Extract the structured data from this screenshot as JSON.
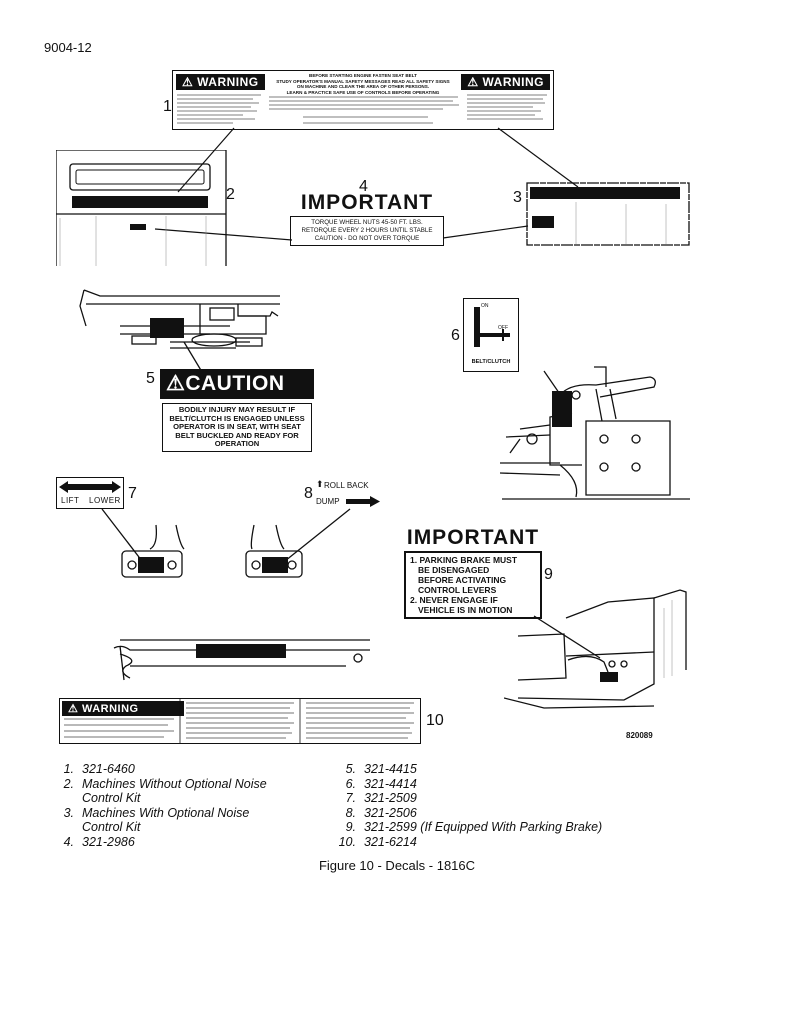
{
  "doc_id": "9004-12",
  "figure_caption": "Figure 10 - Decals - 1816C",
  "figure_code": "820089",
  "callouts": [
    "1",
    "2",
    "3",
    "4",
    "5",
    "6",
    "7",
    "8",
    "9",
    "10"
  ],
  "decal1": {
    "badge": "WARNING",
    "center_lines": [
      "BEFORE STARTING ENGINE FASTEN SEAT BELT",
      "STUDY OPERATOR'S MANUAL SAFETY MESSAGES READ ALL SAFETY SIGNS",
      "ON MACHINE AND CLEAR THE AREA OF OTHER PERSONS.",
      "LEARN & PRACTICE SAFE USE OF CONTROLS BEFORE OPERATING"
    ]
  },
  "decal4": {
    "heading": "IMPORTANT",
    "lines": [
      "TORQUE WHEEL NUTS 45-50 FT. LBS.",
      "RETORQUE EVERY 2 HOURS UNTIL STABLE",
      "CAUTION - DO NOT OVER TORQUE"
    ]
  },
  "decal5": {
    "heading": "CAUTION",
    "lines": [
      "BODILY INJURY MAY RESULT IF",
      "BELT/CLUTCH IS ENGAGED UNLESS",
      "OPERATOR IS IN SEAT, WITH SEAT",
      "BELT BUCKLED AND READY FOR",
      "OPERATION"
    ]
  },
  "decal6": {
    "on": "ON",
    "off": "OFF",
    "label": "BELT/CLUTCH"
  },
  "decal7": {
    "lift": "LIFT",
    "lower": "LOWER"
  },
  "decal8": {
    "roll_back": "ROLL BACK",
    "dump": "DUMP"
  },
  "decal9": {
    "heading": "IMPORTANT",
    "lines": [
      "1. PARKING BRAKE MUST",
      "BE DISENGAGED",
      "BEFORE ACTIVATING",
      "CONTROL LEVERS",
      "2. NEVER ENGAGE IF",
      "VEHICLE IS IN MOTION"
    ]
  },
  "decal10": {
    "badge": "WARNING"
  },
  "legend_left": [
    {
      "num": "1.",
      "text": "321-6460"
    },
    {
      "num": "2.",
      "text": "Machines Without Optional Noise"
    },
    {
      "num": "",
      "text": "Control Kit"
    },
    {
      "num": "3.",
      "text": "Machines With Optional Noise"
    },
    {
      "num": "",
      "text": "Control Kit"
    },
    {
      "num": "4.",
      "text": "321-2986"
    }
  ],
  "legend_right": [
    {
      "num": "5.",
      "text": "321-4415"
    },
    {
      "num": "6.",
      "text": "321-4414"
    },
    {
      "num": "7.",
      "text": "321-2509"
    },
    {
      "num": "8.",
      "text": "321-2506"
    },
    {
      "num": "9.",
      "text": "321-2599 (If Equipped With Parking Brake)"
    },
    {
      "num": "10.",
      "text": "321-6214"
    }
  ]
}
